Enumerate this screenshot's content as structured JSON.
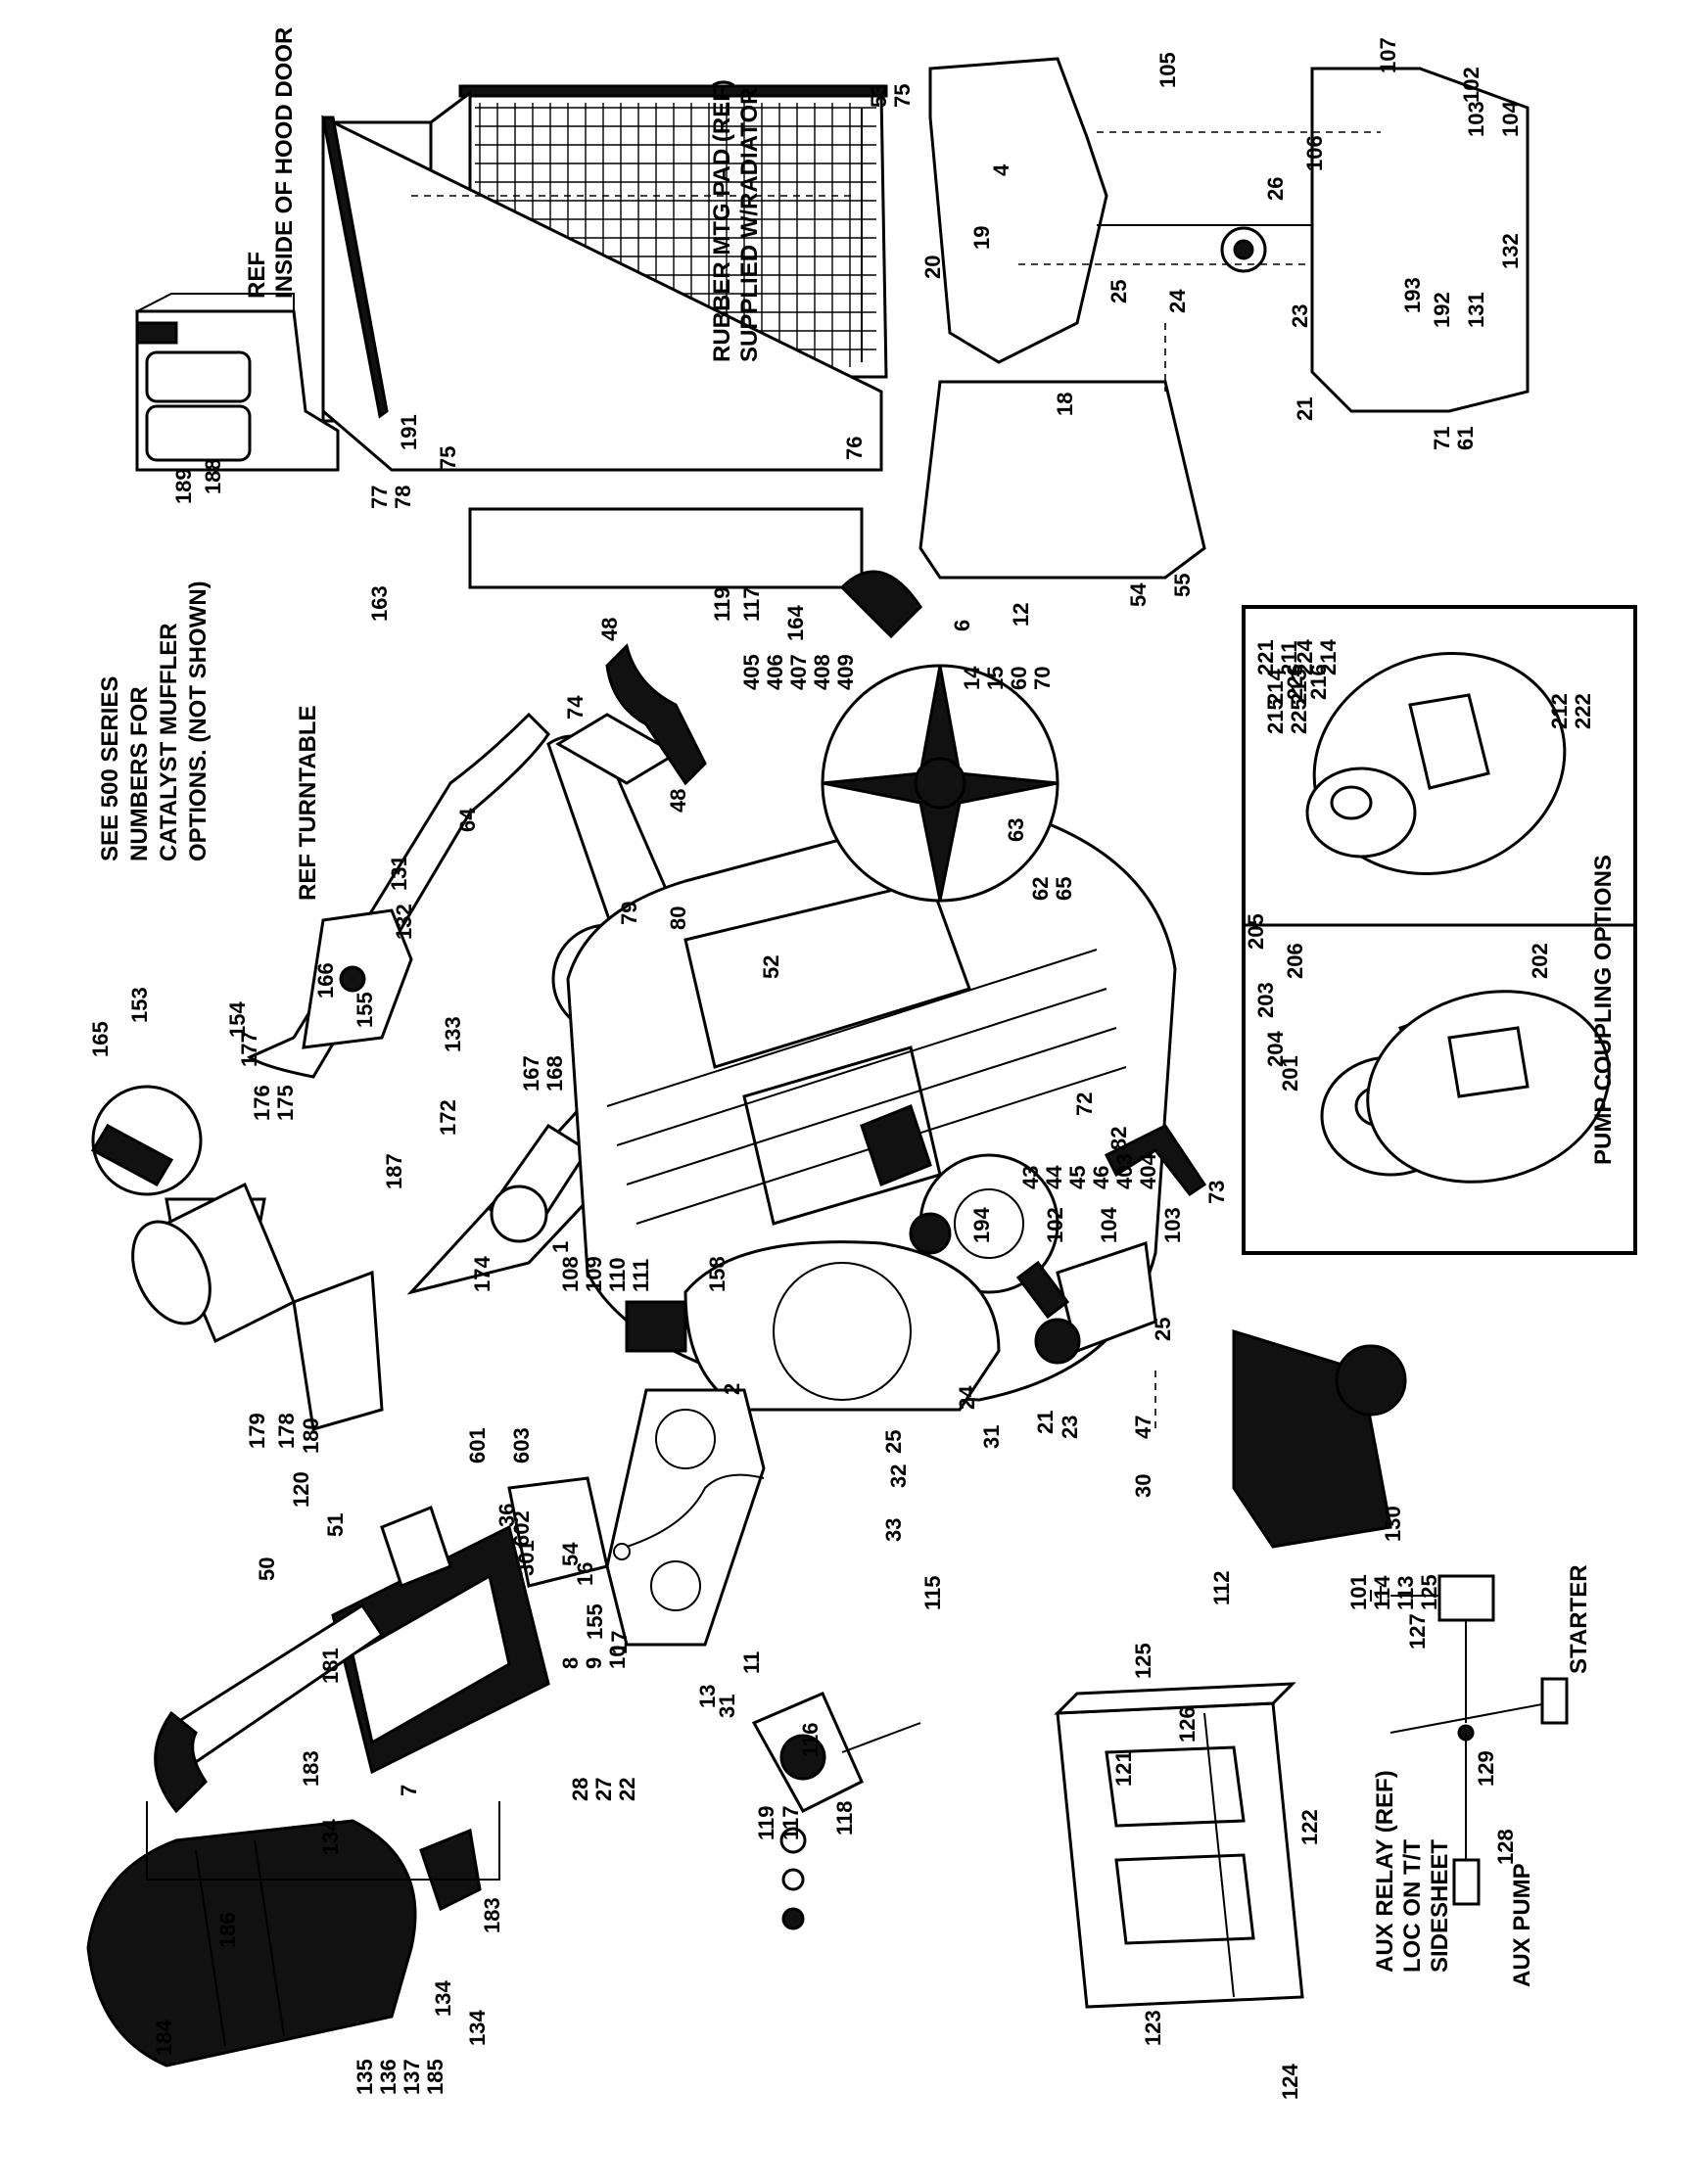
{
  "notes": {
    "catalyst": [
      "SEE 500 SERIES",
      "NUMBERS FOR",
      "CATALYST MUFFLER",
      "OPTIONS. (NOT SHOWN)"
    ],
    "ref_turntable": "REF TURNTABLE",
    "hood_door": [
      "REF",
      "INSIDE OF HOOD DOOR"
    ],
    "rubber_pad": [
      "RUBBER MTG PAD (REF)",
      "SUPPLIED W/RADIATOR"
    ],
    "pump_coupling": "PUMP COUPLING OPTIONS",
    "aux_relay": [
      "AUX RELAY (REF)",
      "LOC ON T/T",
      "SIDESHEET"
    ],
    "aux_pump": "AUX PUMP",
    "starter": "STARTER"
  },
  "callouts": {
    "c165": "165",
    "c153": "153",
    "c154": "154",
    "c166": "166",
    "c155a": "155",
    "c131a": "131",
    "c132a": "132",
    "c133": "133",
    "c64": "64",
    "c79": "79",
    "c80": "80",
    "c52": "52",
    "c405": [
      "405",
      "406",
      "407",
      "408",
      "409"
    ],
    "c48a": "48",
    "c48b": "48",
    "c74": "74",
    "c14": [
      "14",
      "15",
      "60",
      "70"
    ],
    "c63": "63",
    "c62": [
      "62",
      "65"
    ],
    "c163": "163",
    "c119a": "119",
    "c117a": "117",
    "c164": "164",
    "c77": [
      "77",
      "78"
    ],
    "c191": "191",
    "c75a": "75",
    "c76": "76",
    "c189": "189",
    "c188": "188",
    "c53": [
      "53",
      "75"
    ],
    "c6": "6",
    "c12": "12",
    "c18": "18",
    "c54a": "54",
    "c55": "55",
    "c20": "20",
    "c19": "19",
    "c4": "4",
    "c25a": "25",
    "c24a": "24",
    "c23a": "23",
    "c26": "26",
    "c21a": "21",
    "c105": "105",
    "c106": "106",
    "c107": "107",
    "c102a": "102",
    "c103a": "103",
    "c104a": "104",
    "c193": "193",
    "c192": "192",
    "c131b": "131",
    "c132b": "132",
    "c71": [
      "71",
      "61"
    ],
    "c221": [
      "221",
      "211"
    ],
    "c224": [
      "224",
      "214"
    ],
    "c214": [
      "214",
      "213"
    ],
    "c226": [
      "226",
      "216"
    ],
    "c215": [
      "215",
      "225"
    ],
    "c212": [
      "212",
      "222"
    ],
    "c204": "204",
    "c203": "203",
    "c201": "201",
    "c206": "206",
    "c205": "205",
    "c202": "202",
    "c177": "177",
    "c176": [
      "176",
      "175"
    ],
    "c187": "187",
    "c172": "172",
    "c167": [
      "167",
      "168"
    ],
    "c174": "174",
    "c108": [
      "108",
      "109",
      "110",
      "111"
    ],
    "c158": "158",
    "c1": "1",
    "c72": "72",
    "c82": "82",
    "c73": "73",
    "c43": [
      "43",
      "44",
      "45",
      "46",
      "403",
      "404"
    ],
    "c194": "194",
    "c102b": "102",
    "c104b": "104",
    "c103b": "103",
    "c25b": "25",
    "c47": "47",
    "c24b": "24",
    "c31a": "31",
    "c21b": "21",
    "c23b": "23",
    "c25c": "25",
    "c32": "32",
    "c33": "33",
    "c30": "30",
    "c112": "112",
    "c179": "179",
    "c178": "178",
    "c180": "180",
    "c601": "601",
    "c603": "603",
    "c36": "36",
    "c602": "602",
    "c301": "301",
    "c54b": "54",
    "c16": "16",
    "c155b": "155",
    "c17": "17",
    "c120": "120",
    "c51": "51",
    "c50": "50",
    "c2": "2",
    "c13": "13",
    "c31b": "31",
    "c11": "11",
    "c8": [
      "8",
      "9",
      "10"
    ],
    "c181": "181",
    "c183a": "183",
    "c134a": "134",
    "c7": "7",
    "c28": [
      "28",
      "27",
      "22"
    ],
    "c115": "115",
    "c116": "116",
    "c119b": "119",
    "c117b": "117",
    "c118": "118",
    "c186": "186",
    "c184": "184",
    "c183b": "183",
    "c134b": "134",
    "c134c": "134",
    "c135": [
      "135",
      "136",
      "137",
      "185"
    ],
    "c125a": "125",
    "c126": "126",
    "c121": "121",
    "c122": "122",
    "c123": "123",
    "c124": "124",
    "c101": [
      "101",
      "114",
      "113",
      "125"
    ],
    "c130": "130",
    "c127": "127",
    "c129": "129",
    "c128": "128"
  }
}
